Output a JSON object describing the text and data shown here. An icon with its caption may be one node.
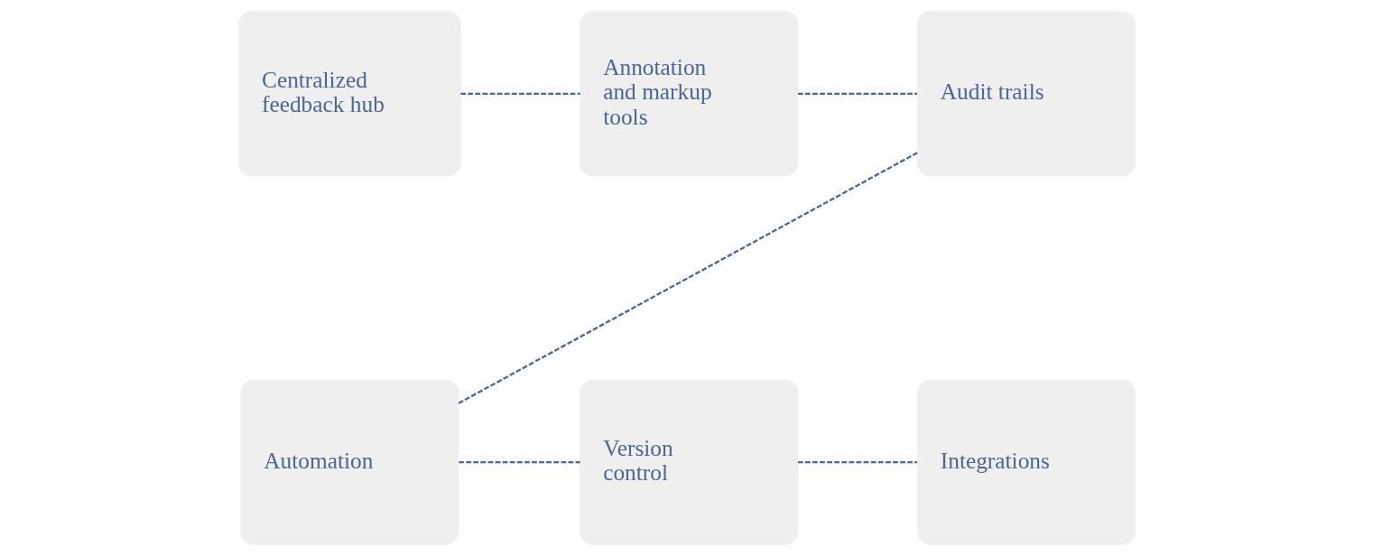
{
  "diagram": {
    "nodes": [
      {
        "text": [
          "Centralized feedback hub"
        ]
      },
      {
        "text": [
          "Annotation and markup tools"
        ]
      },
      {
        "text": [
          "Audit trails"
        ]
      },
      {
        "text": [
          "Automation"
        ]
      },
      {
        "text": [
          "Version control"
        ]
      },
      {
        "text": [
          "Integrations"
        ]
      }
    ],
    "edges": [
      {
        "from": 0,
        "to": 1,
        "arrow": "none",
        "style": "dashed"
      },
      {
        "from": 1,
        "to": 2,
        "arrow": "none",
        "style": "dashed"
      },
      {
        "from": 2,
        "to": 3,
        "arrow": "none",
        "style": "dashed"
      },
      {
        "from": 3,
        "to": 4,
        "arrow": "none",
        "style": "dashed"
      },
      {
        "from": 4,
        "to": 5,
        "arrow": "none",
        "style": "dashed"
      }
    ]
  }
}
